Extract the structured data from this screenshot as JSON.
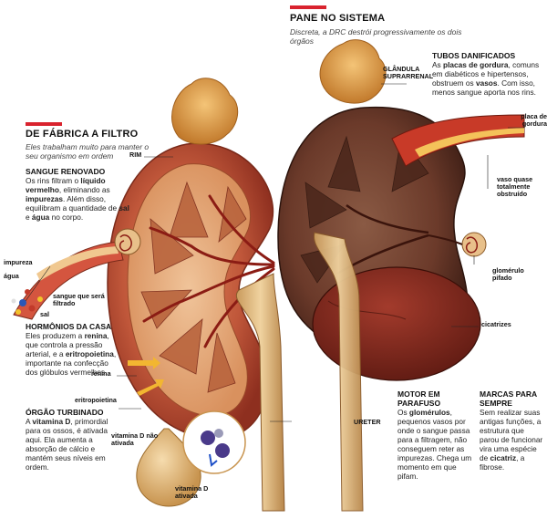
{
  "left_panel": {
    "title": "DE FÁBRICA A FILTRO",
    "subtitle": "Eles trabalham muito para manter o seu organismo em ordem",
    "sangue": {
      "heading": "SANGUE RENOVADO",
      "text_parts": [
        "Os rins filtram o ",
        "líquido vermelho",
        ", eliminando as ",
        "impurezas",
        ". Além disso, equilibram a quantidade de ",
        "sal",
        " e ",
        "água",
        " no corpo."
      ]
    },
    "hormonios": {
      "heading": "HORMÔNIOS DA CASA",
      "text_parts": [
        "Eles produzem a ",
        "renina",
        ", que controla a pressão arterial, e a ",
        "eritropoietina",
        ", importante na confecção dos glóbulos vermelhos."
      ]
    },
    "orgao": {
      "heading": "ÓRGÃO TURBINADO",
      "text_parts": [
        "A ",
        "vitamina D",
        ", primordial para os ossos, é ativada aqui. Ela aumenta a absorção de cálcio e mantém seus níveis em ordem."
      ]
    }
  },
  "right_panel": {
    "title": "PANE NO SISTEMA",
    "subtitle": "Discreta, a DRC destrói progressivamente os dois órgãos",
    "tubos": {
      "heading": "TUBOS DANIFICADOS",
      "text_parts": [
        "As ",
        "placas de gordura",
        ", comuns em diabéticos e hipertensos, obstruem os ",
        "vasos",
        ". Com isso, menos sangue aporta nos rins."
      ]
    },
    "motor": {
      "heading": "MOTOR EM PARAFUSO",
      "text_parts": [
        "Os ",
        "glomérulos",
        ", pequenos vasos por onde o sangue passa para a filtragem, não conseguem reter as impurezas. Chega um momento em que pifam."
      ]
    },
    "marcas": {
      "heading": "MARCAS PARA SEMPRE",
      "text_parts": [
        "Sem realizar suas antigas funções, a estrutura que parou de funcionar vira uma espécie de ",
        "cicatriz",
        ", a fibrose."
      ]
    }
  },
  "labels": {
    "rim": "RIM",
    "glandula": "GLÂNDULA SUPRARRENAL",
    "impureza": "impureza",
    "agua": "água",
    "sangue_filtrado": "sangue que será filtrado",
    "sal": "sal",
    "renina": "renina",
    "eritropoietina": "eritropoietina",
    "vitd_nao": "vitamina D não ativada",
    "vitd_ativada": "vitamina D ativada",
    "ureter": "URETER",
    "placa": "placa de gordura",
    "vaso": "vaso quase totalmente obstruído",
    "glomerulo": "glomérulo pifado",
    "cicatrizes": "cicatrizes"
  },
  "colors": {
    "accent_red": "#d9232e",
    "kidney_healthy": "#c0573a",
    "kidney_sick": "#6b3a2a",
    "adrenal": "#e2a04e"
  }
}
